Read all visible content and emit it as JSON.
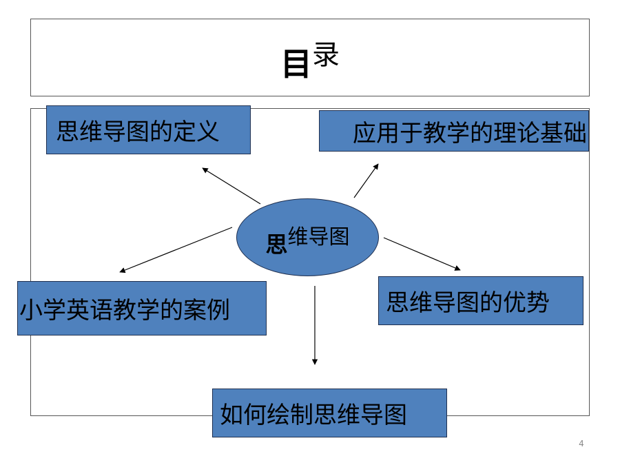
{
  "title": {
    "bold_char": "目",
    "rest": "录"
  },
  "center": {
    "bold_char": "思",
    "rest": "维导图"
  },
  "nodes": {
    "top_left": "思维导图的定义",
    "top_right": "应用于教学的理论基础",
    "mid_left": "小学英语教学的案例",
    "mid_right": "思维导图的优势",
    "bottom": "如何绘制思维导图"
  },
  "page_number": "4",
  "colors": {
    "node_fill": "#4f81bd",
    "node_border": "#1f2f4f",
    "frame": "#555555",
    "arrow": "#000000"
  }
}
